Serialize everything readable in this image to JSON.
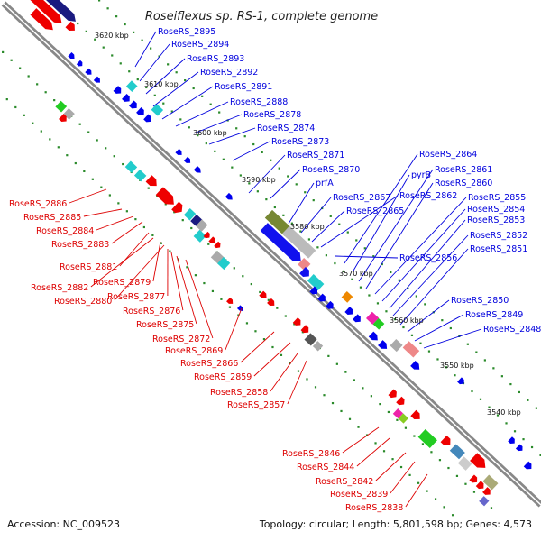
{
  "title": "Roseiflexus sp. RS-1, complete genome",
  "accession": "Accession: NC_009523",
  "topology": "Topology: circular; Length: 5,801,598 bp; Genes: 4,573",
  "scale_marks": [
    "3620 kbp",
    "3610 kbp",
    "3600 kbp",
    "3590 kbp",
    "3580 kbp",
    "3570 kbp",
    "3560 kbp",
    "3550 kbp",
    "3540 kbp"
  ],
  "labels_top": [
    "RoseRS_2895",
    "RoseRS_2894",
    "RoseRS_2893",
    "RoseRS_2892",
    "RoseRS_2891",
    "RoseRS_2888",
    "RoseRS_2878",
    "RoseRS_2874",
    "RoseRS_2873",
    "RoseRS_2871",
    "RoseRS_2870",
    "prfA",
    "RoseRS_2867",
    "RoseRS_2865",
    "RoseRS_2864",
    "pyrB",
    "RoseRS_2861",
    "RoseRS_2862",
    "RoseRS_2860",
    "RoseRS_2855",
    "RoseRS_2854",
    "RoseRS_2853",
    "RoseRS_2852",
    "RoseRS_2856",
    "RoseRS_2851",
    "RoseRS_2850",
    "RoseRS_2849",
    "RoseRS_2848"
  ],
  "labels_bottom": [
    "RoseRS_2886",
    "RoseRS_2885",
    "RoseRS_2884",
    "RoseRS_2883",
    "RoseRS_2881",
    "RoseRS_2882",
    "RoseRS_2879",
    "RoseRS_2880",
    "RoseRS_2877",
    "RoseRS_2876",
    "RoseRS_2875",
    "RoseRS_2872",
    "RoseRS_2869",
    "RoseRS_2866",
    "RoseRS_2859",
    "RoseRS_2858",
    "RoseRS_2857",
    "RoseRS_2846",
    "RoseRS_2844",
    "RoseRS_2842",
    "RoseRS_2839",
    "RoseRS_2838"
  ]
}
